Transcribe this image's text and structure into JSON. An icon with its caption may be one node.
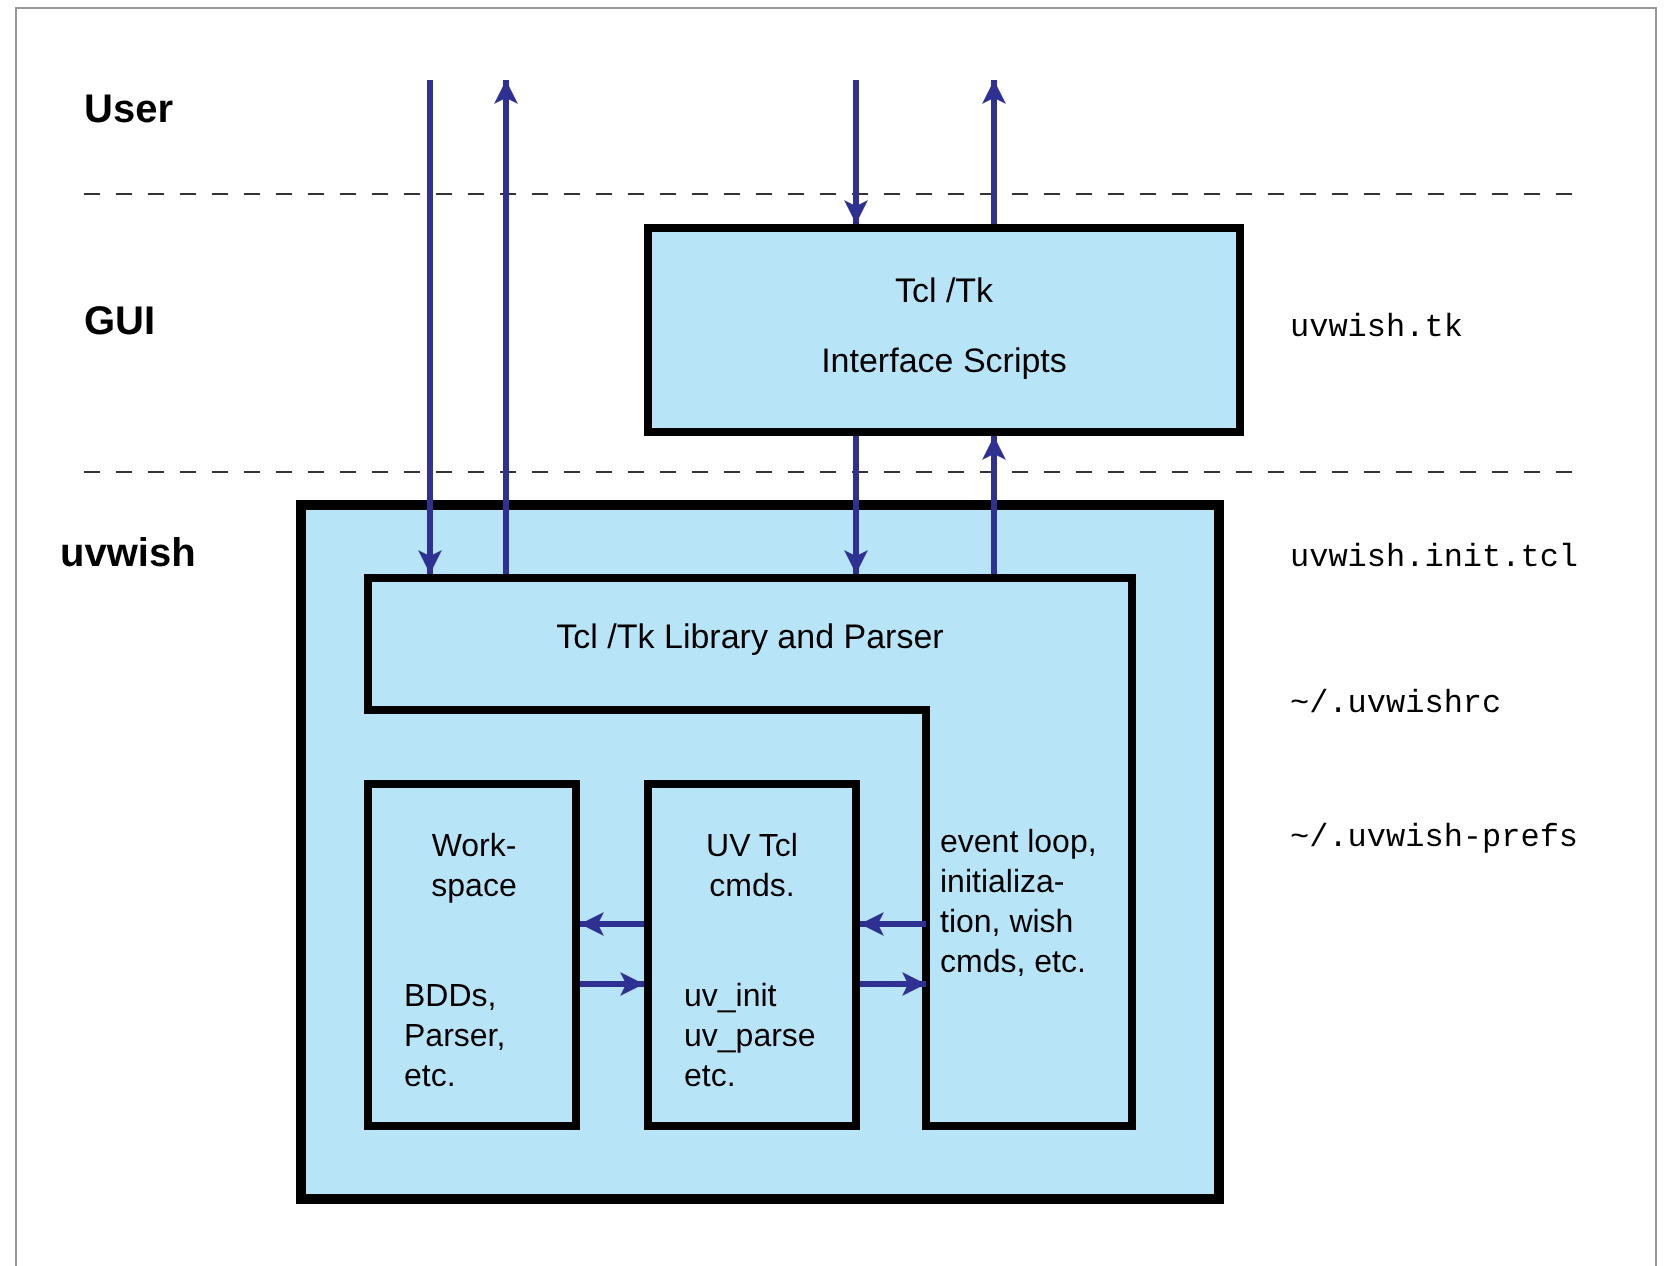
{
  "diagram": {
    "nodes": [
      {
        "text": [],
        "shape": "box"
      },
      {
        "text": [
          "Tcl /Tk",
          "Interface Scripts"
        ]
      },
      {
        "text": [
          "Tcl /Tk Library and Parser",
          "event loop, initializa- tion, wish cmds, etc."
        ],
        "in": 0
      },
      {
        "text": [
          "Work- space",
          "BDDs, Parser, etc."
        ],
        "in": 0
      },
      {
        "text": [
          "UV Tcl cmds.",
          "uv_init uv_parse etc."
        ],
        "in": 0
      }
    ],
    "edges": [
      {
        "from": null,
        "to": 2,
        "arrow": "to"
      },
      {
        "from": 2,
        "to": null,
        "arrow": "to"
      },
      {
        "from": null,
        "to": 1,
        "arrow": "to"
      },
      {
        "from": 1,
        "to": null,
        "arrow": "to"
      },
      {
        "from": 1,
        "to": 2,
        "arrow": "to"
      },
      {
        "from": 2,
        "to": 1,
        "arrow": "to"
      },
      {
        "from": 4,
        "to": 3,
        "arrow": "to"
      },
      {
        "from": 3,
        "to": 4,
        "arrow": "to"
      },
      {
        "from": 2,
        "to": 4,
        "arrow": "to"
      },
      {
        "from": 4,
        "to": 2,
        "arrow": "to"
      }
    ],
    "labels": [
      "User",
      "GUI",
      "uvwish",
      "uvwish.tk",
      "uvwish.init.tcl",
      "~/.uvwishrc",
      "~/.uvwish-prefs"
    ]
  }
}
